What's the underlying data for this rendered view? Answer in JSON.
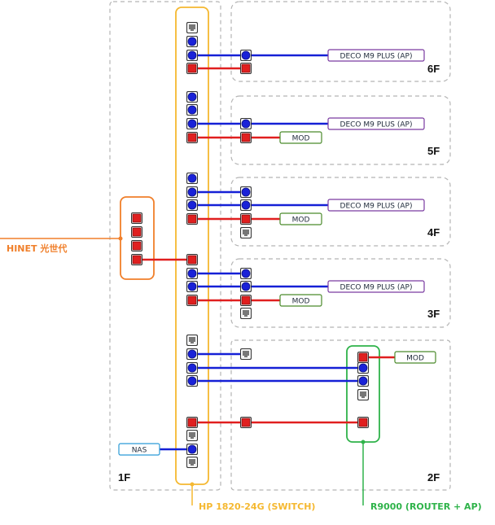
{
  "floors": {
    "f1": "1F",
    "f2": "2F",
    "f3": "3F",
    "f4": "4F",
    "f5": "5F",
    "f6": "6F"
  },
  "labels": {
    "deco_6f": "DECO M9 PLUS (AP)",
    "deco_5f": "DECO M9 PLUS (AP)",
    "deco_4f": "DECO M9 PLUS (AP)",
    "deco_3f": "DECO M9 PLUS (AP)",
    "mod_5f": "MOD",
    "mod_4f": "MOD",
    "mod_3f": "MOD",
    "mod_2f": "MOD",
    "nas": "NAS",
    "hinet": "HINET 光世代",
    "switch": "HP 1820-24G (SWITCH)",
    "router": "R9000 (ROUTER + AP)"
  },
  "colors": {
    "switch": "#f5b830",
    "hinet": "#f07f2a",
    "router": "#2fb34a",
    "lan": "#1520d6",
    "wan": "#e01f1f",
    "deco_border": "#7a3aa0",
    "mod_border": "#4a8a2a",
    "nas_border": "#2a9ad6",
    "floor_border": "#b5b5b5"
  }
}
